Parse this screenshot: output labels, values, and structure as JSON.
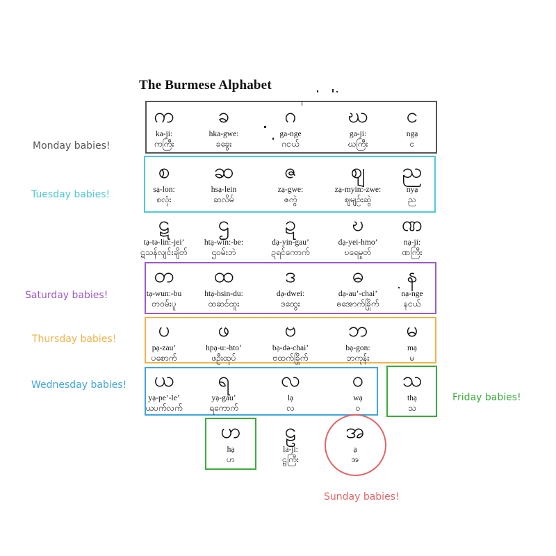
{
  "title": "The Burmese Alphabet",
  "colors": {
    "monday": "#555555",
    "tuesday": "#4fc9d3",
    "saturday": "#9b59c6",
    "thursday": "#f0b449",
    "wednesday": "#3fa4dc",
    "friday": "#3aab3a",
    "sunday": "#e06666"
  },
  "groups": [
    {
      "id": "monday",
      "label": "Monday babies!"
    },
    {
      "id": "tuesday",
      "label": "Tuesday babies!"
    },
    {
      "id": "saturday",
      "label": "Saturday babies!"
    },
    {
      "id": "thursday",
      "label": "Thursday babies!"
    },
    {
      "id": "wednesday",
      "label": "Wednesday babies!"
    },
    {
      "id": "friday",
      "label": "Friday babies!"
    },
    {
      "id": "sunday",
      "label": "Sunday babies!"
    }
  ],
  "rows": [
    [
      {
        "glyph": "က",
        "roman": "ka-ji:",
        "burmese": "ကကြီး"
      },
      {
        "glyph": "ခ",
        "roman": "hka-gwe:",
        "burmese": "ခခွေး"
      },
      {
        "glyph": "ဂ",
        "roman": "ga-nge",
        "burmese": "ဂငယ်"
      },
      {
        "glyph": "ဃ",
        "roman": "ga-ji:",
        "burmese": "ဃကြီး"
      },
      {
        "glyph": "င",
        "roman": "ngạ",
        "burmese": "င"
      }
    ],
    [
      {
        "glyph": "စ",
        "roman": "sạ-lon:",
        "burmese": "စလုံး"
      },
      {
        "glyph": "ဆ",
        "roman": "hsạ-lein",
        "burmese": "ဆလိမ်"
      },
      {
        "glyph": "ဇ",
        "roman": "zạ-gwe:",
        "burmese": "ဇကွဲ"
      },
      {
        "glyph": "ဈ",
        "roman": "zạ-myin:-zwe:",
        "burmese": "ဈမျဉ်းဆွဲ"
      },
      {
        "glyph": "ည",
        "roman": "nyạ",
        "burmese": "ည"
      }
    ],
    [
      {
        "glyph": "ဋ",
        "roman": "tạ-tə-lin:-jei’",
        "burmese": "ဋသန်လျင်းချိတ်"
      },
      {
        "glyph": "ဌ",
        "roman": "htạ-win:-be:",
        "burmese": "ဌဝမ်းဘဲ"
      },
      {
        "glyph": "ဍ",
        "roman": "dạ-yin-gau’",
        "burmese": "ဍရင်ကောက်"
      },
      {
        "glyph": "ဎ",
        "roman": "dạ-yei-hmo’",
        "burmese": "ဎရေမှုတ်"
      },
      {
        "glyph": "ဏ",
        "roman": "nạ-ji:",
        "burmese": "ဏကြီး"
      }
    ],
    [
      {
        "glyph": "တ",
        "roman": "tạ-wun:-bu",
        "burmese": "တဝမ်းပူ"
      },
      {
        "glyph": "ထ",
        "roman": "htạ-hsin-du:",
        "burmese": "ထဆင်ထူး"
      },
      {
        "glyph": "ဒ",
        "roman": "dạ-dwei:",
        "burmese": "ဒထွေး"
      },
      {
        "glyph": "ဓ",
        "roman": "dạ-au’-chai’",
        "burmese": "ဓအောက်ခြိုက်"
      },
      {
        "glyph": "န",
        "roman": "nạ-nge",
        "burmese": "နငယ်"
      }
    ],
    [
      {
        "glyph": "ပ",
        "roman": "pạ-zau’",
        "burmese": "ပစောက်"
      },
      {
        "glyph": "ဖ",
        "roman": "hpạ-u:-hto’",
        "burmese": "ဖဦးထုပ်"
      },
      {
        "glyph": "ဗ",
        "roman": "bạ-də-chai’",
        "burmese": "ဗထက်ခြိုက်"
      },
      {
        "glyph": "ဘ",
        "roman": "bạ-gon:",
        "burmese": "ဘကုန်း"
      },
      {
        "glyph": "မ",
        "roman": "mạ",
        "burmese": "မ"
      }
    ],
    [
      {
        "glyph": "ယ",
        "roman": "yạ-pe’-le’",
        "burmese": "ယပက်လက်"
      },
      {
        "glyph": "ရ",
        "roman": "yạ-gau’",
        "burmese": "ရကောက်"
      },
      {
        "glyph": "လ",
        "roman": "lạ",
        "burmese": "လ"
      },
      {
        "glyph": "ဝ",
        "roman": "wạ",
        "burmese": "ဝ"
      },
      {
        "glyph": "သ",
        "roman": "thạ",
        "burmese": "သ"
      }
    ],
    [
      {
        "glyph": "ဟ",
        "roman": "hạ",
        "burmese": "ဟ"
      },
      {
        "glyph": "ဠ",
        "roman": "la-ji:",
        "burmese": "ဠကြီး"
      },
      {
        "glyph": "အ",
        "roman": "ạ",
        "burmese": "အ"
      }
    ]
  ]
}
